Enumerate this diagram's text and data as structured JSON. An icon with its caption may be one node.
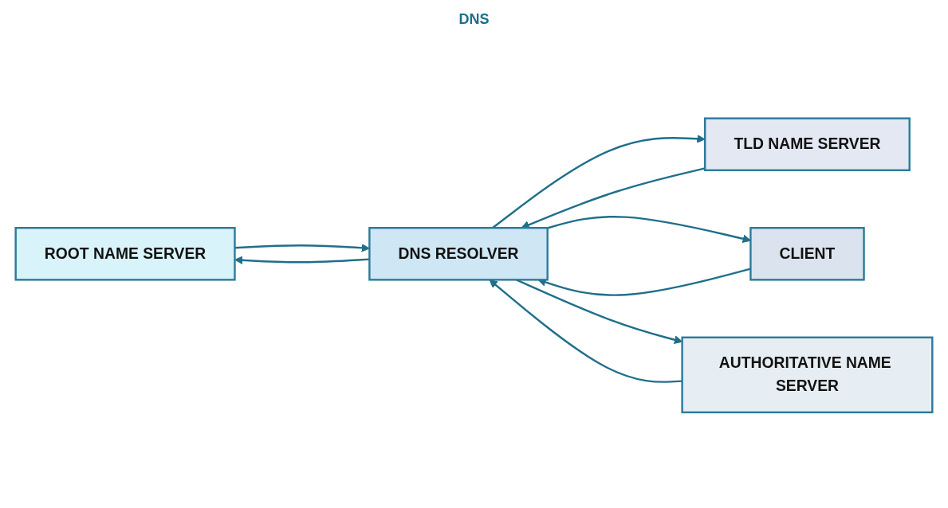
{
  "diagram": {
    "nodes": [
      {
        "text": [
          "ROOT NAME SERVER"
        ]
      },
      {
        "text": [
          "DNS RESOLVER"
        ]
      },
      {
        "text": [
          "TLD NAME SERVER"
        ]
      },
      {
        "text": [
          "CLIENT"
        ]
      },
      {
        "text": [
          "AUTHORITATIVE NAME SERVER"
        ]
      }
    ],
    "edges": [
      {
        "from": 0,
        "to": 1,
        "arrow": "to"
      },
      {
        "from": 1,
        "to": 0,
        "arrow": "to"
      },
      {
        "from": 1,
        "to": 2,
        "arrow": "to"
      },
      {
        "from": 2,
        "to": 1,
        "arrow": "to"
      },
      {
        "from": 3,
        "to": 1,
        "arrow": "to"
      },
      {
        "from": 1,
        "to": 3,
        "arrow": "to"
      },
      {
        "from": 1,
        "to": 4,
        "arrow": "to"
      },
      {
        "from": 4,
        "to": 1,
        "arrow": "to"
      }
    ],
    "labels": [
      "DNS"
    ]
  }
}
